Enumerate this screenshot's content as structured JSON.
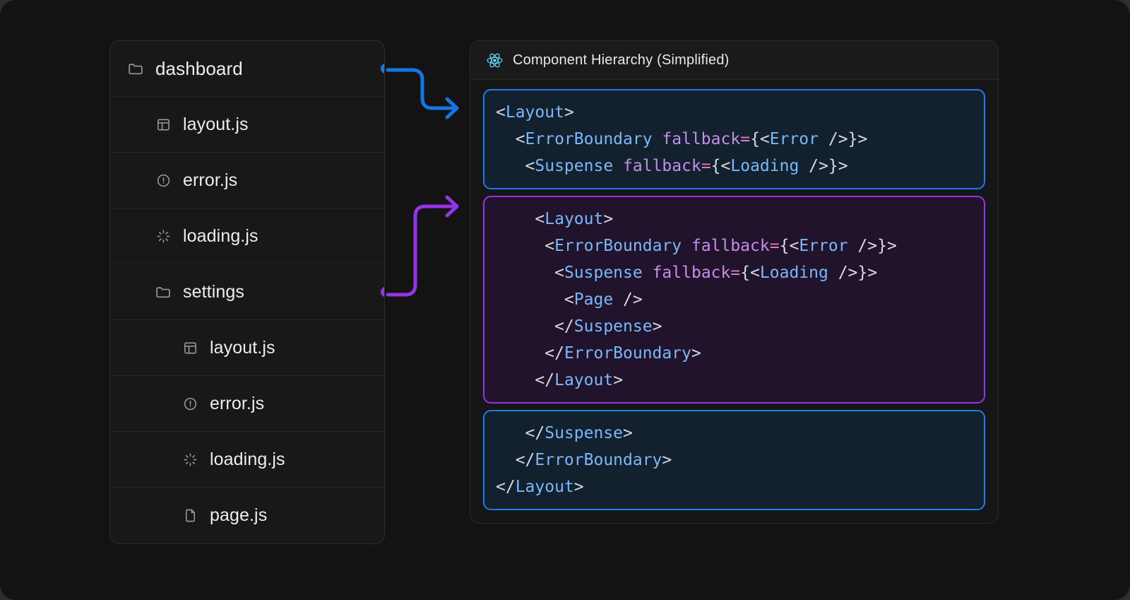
{
  "canvas": {
    "background": "#131313",
    "accent_blue": "#1f7aeb",
    "accent_purple": "#9333ea",
    "react_cyan": "#61dafb"
  },
  "file_tree": {
    "name": "file-tree",
    "rows": [
      {
        "label": "dashboard",
        "icon": "folder-icon",
        "depth": 0,
        "anchor": "blue"
      },
      {
        "label": "layout.js",
        "icon": "layout-icon",
        "depth": 1,
        "anchor": null
      },
      {
        "label": "error.js",
        "icon": "alert-circle-icon",
        "depth": 1,
        "anchor": null
      },
      {
        "label": "loading.js",
        "icon": "spinner-icon",
        "depth": 1,
        "anchor": null
      },
      {
        "label": "settings",
        "icon": "folder-icon",
        "depth": 1,
        "anchor": "purple"
      },
      {
        "label": "layout.js",
        "icon": "layout-icon",
        "depth": 2,
        "anchor": null
      },
      {
        "label": "error.js",
        "icon": "alert-circle-icon",
        "depth": 2,
        "anchor": null
      },
      {
        "label": "loading.js",
        "icon": "spinner-icon",
        "depth": 2,
        "anchor": null
      },
      {
        "label": "page.js",
        "icon": "file-icon",
        "depth": 2,
        "anchor": null
      }
    ]
  },
  "hierarchy": {
    "header": {
      "icon": "react-logo-icon",
      "title": "Component Hierarchy (Simplified)"
    },
    "blocks": [
      {
        "id": "block-root-open",
        "variant": "blue",
        "lines": [
          [
            {
              "t": "punct",
              "s": "<"
            },
            {
              "t": "tag",
              "s": "Layout"
            },
            {
              "t": "punct",
              "s": ">"
            }
          ],
          [
            {
              "t": "punct",
              "s": "  <"
            },
            {
              "t": "tag",
              "s": "ErrorBoundary"
            },
            {
              "t": "punct",
              "s": " "
            },
            {
              "t": "attr",
              "s": "fallback"
            },
            {
              "t": "brace",
              "s": "="
            },
            {
              "t": "punct",
              "s": "{<"
            },
            {
              "t": "tag",
              "s": "Error"
            },
            {
              "t": "punct",
              "s": " />}>"
            }
          ],
          [
            {
              "t": "punct",
              "s": "   <"
            },
            {
              "t": "tag",
              "s": "Suspense"
            },
            {
              "t": "punct",
              "s": " "
            },
            {
              "t": "attr",
              "s": "fallback"
            },
            {
              "t": "brace",
              "s": "="
            },
            {
              "t": "punct",
              "s": "{<"
            },
            {
              "t": "tag",
              "s": "Loading"
            },
            {
              "t": "punct",
              "s": " />}>"
            }
          ]
        ]
      },
      {
        "id": "block-nested-segment",
        "variant": "purple",
        "lines": [
          [
            {
              "t": "punct",
              "s": "    <"
            },
            {
              "t": "tag",
              "s": "Layout"
            },
            {
              "t": "punct",
              "s": ">"
            }
          ],
          [
            {
              "t": "punct",
              "s": "     <"
            },
            {
              "t": "tag",
              "s": "ErrorBoundary"
            },
            {
              "t": "punct",
              "s": " "
            },
            {
              "t": "attr",
              "s": "fallback"
            },
            {
              "t": "brace",
              "s": "="
            },
            {
              "t": "punct",
              "s": "{<"
            },
            {
              "t": "tag",
              "s": "Error"
            },
            {
              "t": "punct",
              "s": " />}>"
            }
          ],
          [
            {
              "t": "punct",
              "s": "      <"
            },
            {
              "t": "tag",
              "s": "Suspense"
            },
            {
              "t": "punct",
              "s": " "
            },
            {
              "t": "attr",
              "s": "fallback"
            },
            {
              "t": "brace",
              "s": "="
            },
            {
              "t": "punct",
              "s": "{<"
            },
            {
              "t": "tag",
              "s": "Loading"
            },
            {
              "t": "punct",
              "s": " />}>"
            }
          ],
          [
            {
              "t": "punct",
              "s": "       <"
            },
            {
              "t": "tag",
              "s": "Page"
            },
            {
              "t": "punct",
              "s": " />"
            }
          ],
          [
            {
              "t": "punct",
              "s": "      </"
            },
            {
              "t": "tag",
              "s": "Suspense"
            },
            {
              "t": "punct",
              "s": ">"
            }
          ],
          [
            {
              "t": "punct",
              "s": "     </"
            },
            {
              "t": "tag",
              "s": "ErrorBoundary"
            },
            {
              "t": "punct",
              "s": ">"
            }
          ],
          [
            {
              "t": "punct",
              "s": "    </"
            },
            {
              "t": "tag",
              "s": "Layout"
            },
            {
              "t": "punct",
              "s": ">"
            }
          ]
        ]
      },
      {
        "id": "block-root-close",
        "variant": "blue",
        "lines": [
          [
            {
              "t": "punct",
              "s": "   </"
            },
            {
              "t": "tag",
              "s": "Suspense"
            },
            {
              "t": "punct",
              "s": ">"
            }
          ],
          [
            {
              "t": "punct",
              "s": "  </"
            },
            {
              "t": "tag",
              "s": "ErrorBoundary"
            },
            {
              "t": "punct",
              "s": ">"
            }
          ],
          [
            {
              "t": "punct",
              "s": "</"
            },
            {
              "t": "tag",
              "s": "Layout"
            },
            {
              "t": "punct",
              "s": ">"
            }
          ]
        ]
      }
    ]
  },
  "connectors": [
    {
      "name": "connector-dashboard-to-root-open",
      "color": "#1575e6",
      "from": "dashboard",
      "to": "block-root-open"
    },
    {
      "name": "connector-settings-to-nested",
      "color": "#9333ea",
      "from": "settings",
      "to": "block-nested-segment"
    }
  ]
}
